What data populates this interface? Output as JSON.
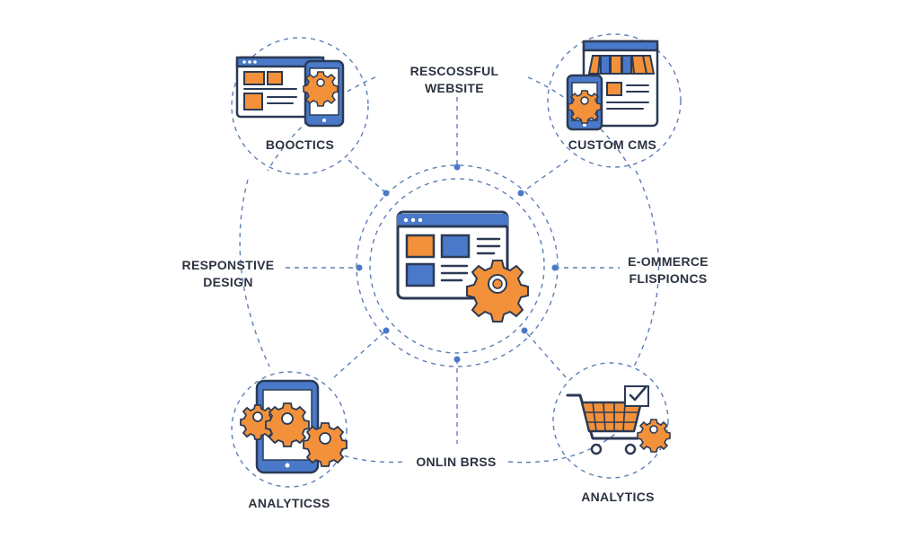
{
  "labels": {
    "top": [
      "RESCOSSFUL",
      "WEBSITE"
    ],
    "top_left": [
      "BOOCTICS"
    ],
    "top_right": [
      "CUSTOM CMS"
    ],
    "left": [
      "RESPONSTIVE",
      "DESIGN"
    ],
    "right": [
      "E-OMMERCE",
      "FLISPIONCS"
    ],
    "bottom": [
      "ONLIN BRSS"
    ],
    "bottom_left": [
      "ANALYTICSS"
    ],
    "bottom_right": [
      "ANALYTICS"
    ]
  },
  "colors": {
    "blue": "#4a79c9",
    "blue_dark": "#2b3a55",
    "orange": "#f2913a",
    "dash": "#5d7fb6",
    "text": "#2b3340"
  },
  "icons": {
    "center": "browser-gear-icon",
    "top_left": "browser-and-phone-icon",
    "top_right": "storefront-devices-icon",
    "bottom_left": "phone-gears-icon",
    "bottom_right": "shopping-cart-icon"
  }
}
